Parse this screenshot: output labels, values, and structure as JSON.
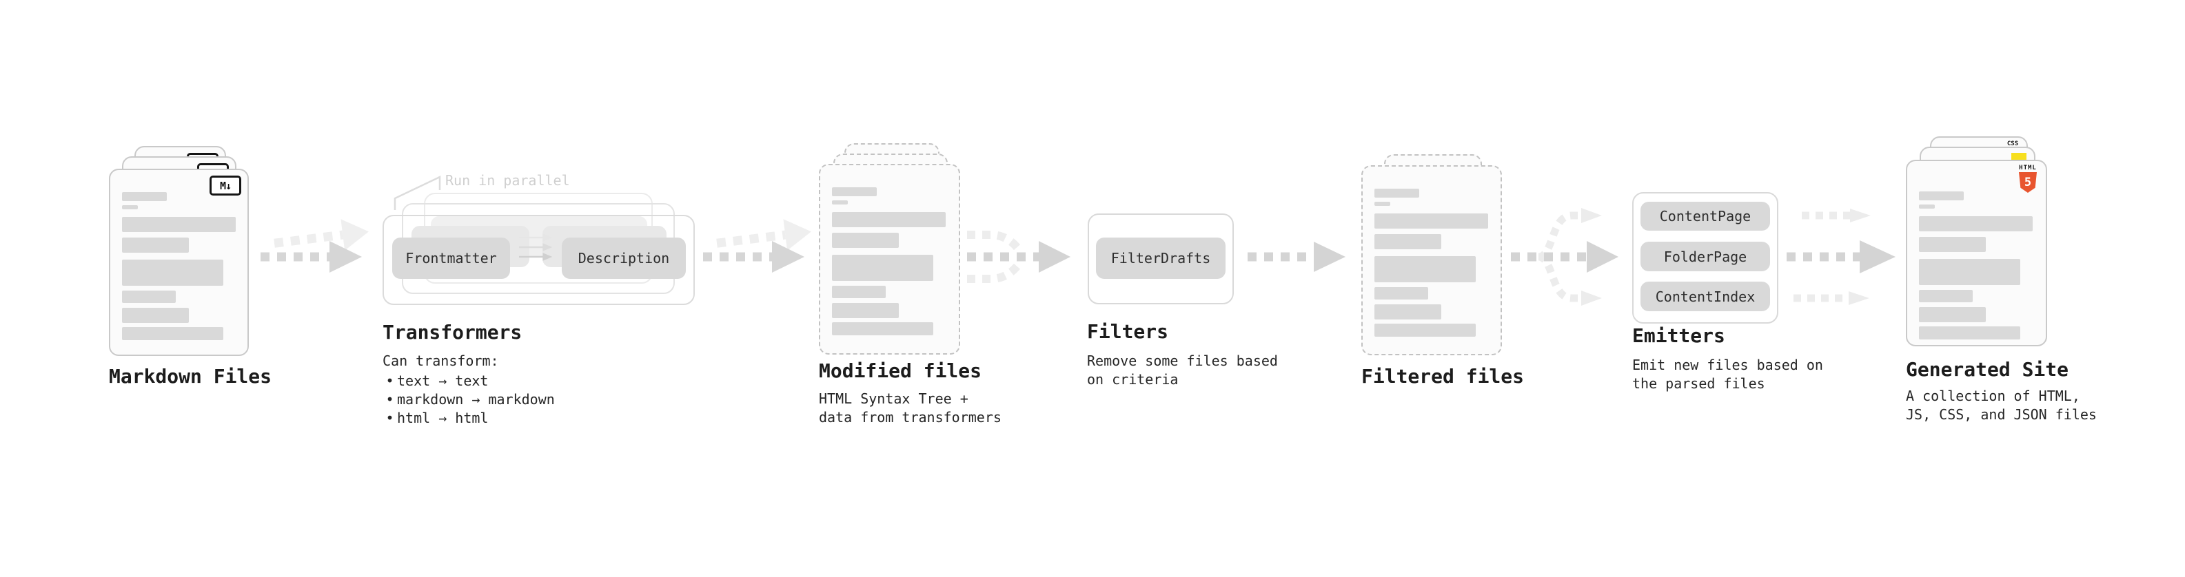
{
  "bullet_char": "•",
  "annotation": {
    "run_in_parallel": "Run in parallel"
  },
  "stages": {
    "markdown": {
      "label": "Markdown Files"
    },
    "transformers": {
      "label": "Transformers",
      "subtitle": "Can transform:",
      "bullets": [
        "text → text",
        "markdown → markdown",
        "html → html"
      ],
      "pills": {
        "frontmatter": "Frontmatter",
        "description": "Description"
      }
    },
    "modified": {
      "label": "Modified files",
      "subtitle": "HTML Syntax Tree +\ndata from transformers"
    },
    "filters": {
      "label": "Filters",
      "subtitle": "Remove some files based\non criteria",
      "pill": "FilterDrafts"
    },
    "filtered": {
      "label": "Filtered files"
    },
    "emitters": {
      "label": "Emitters",
      "subtitle": "Emit new files based on\nthe parsed files",
      "pills": [
        "ContentPage",
        "FolderPage",
        "ContentIndex"
      ]
    },
    "generated": {
      "label": "Generated Site",
      "subtitle": "A collection of HTML,\nJS, CSS, and JSON files"
    }
  },
  "badges": {
    "markdown": "M↓",
    "css": "CSS",
    "html_label": "HTML",
    "html_number": "5"
  },
  "colors": {
    "html5_orange": "#e8542e",
    "js_yellow": "#f7df1e",
    "css_blue": "#2965f1",
    "pill_gray": "#d9d9d9",
    "arrow_dark": "#d4d4d4",
    "arrow_light": "#ececec"
  }
}
